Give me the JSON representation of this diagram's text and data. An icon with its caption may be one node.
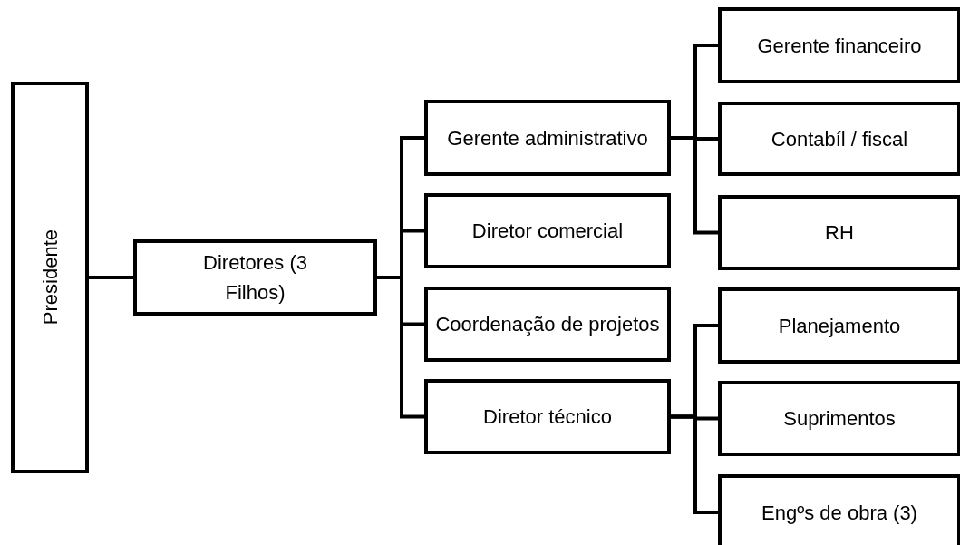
{
  "diagram": {
    "nodes": [
      {
        "text": [
          "Presidente"
        ]
      },
      {
        "text": [
          "Diretores (3 Filhos)"
        ]
      },
      {
        "text": [
          "Gerente administrativo"
        ]
      },
      {
        "text": [
          "Diretor comercial"
        ]
      },
      {
        "text": [
          "Coordenação de projetos"
        ]
      },
      {
        "text": [
          "Diretor técnico"
        ]
      },
      {
        "text": [
          "Gerente financeiro"
        ]
      },
      {
        "text": [
          "Contabíl / fiscal"
        ]
      },
      {
        "text": [
          "RH"
        ]
      },
      {
        "text": [
          "Planejamento"
        ]
      },
      {
        "text": [
          "Suprimentos"
        ]
      },
      {
        "text": [
          "Engºs de obra (3)"
        ]
      }
    ],
    "edges": [
      {
        "from": 0,
        "to": 1,
        "arrow": "none"
      },
      {
        "from": 1,
        "to": 2,
        "arrow": "none"
      },
      {
        "from": 1,
        "to": 3,
        "arrow": "none"
      },
      {
        "from": 1,
        "to": 4,
        "arrow": "none"
      },
      {
        "from": 1,
        "to": 5,
        "arrow": "none"
      },
      {
        "from": 2,
        "to": 6,
        "arrow": "none"
      },
      {
        "from": 2,
        "to": 7,
        "arrow": "none"
      },
      {
        "from": 2,
        "to": 8,
        "arrow": "none"
      },
      {
        "from": 5,
        "to": 9,
        "arrow": "none"
      },
      {
        "from": 5,
        "to": 10,
        "arrow": "none"
      },
      {
        "from": 5,
        "to": 11,
        "arrow": "none"
      }
    ]
  }
}
